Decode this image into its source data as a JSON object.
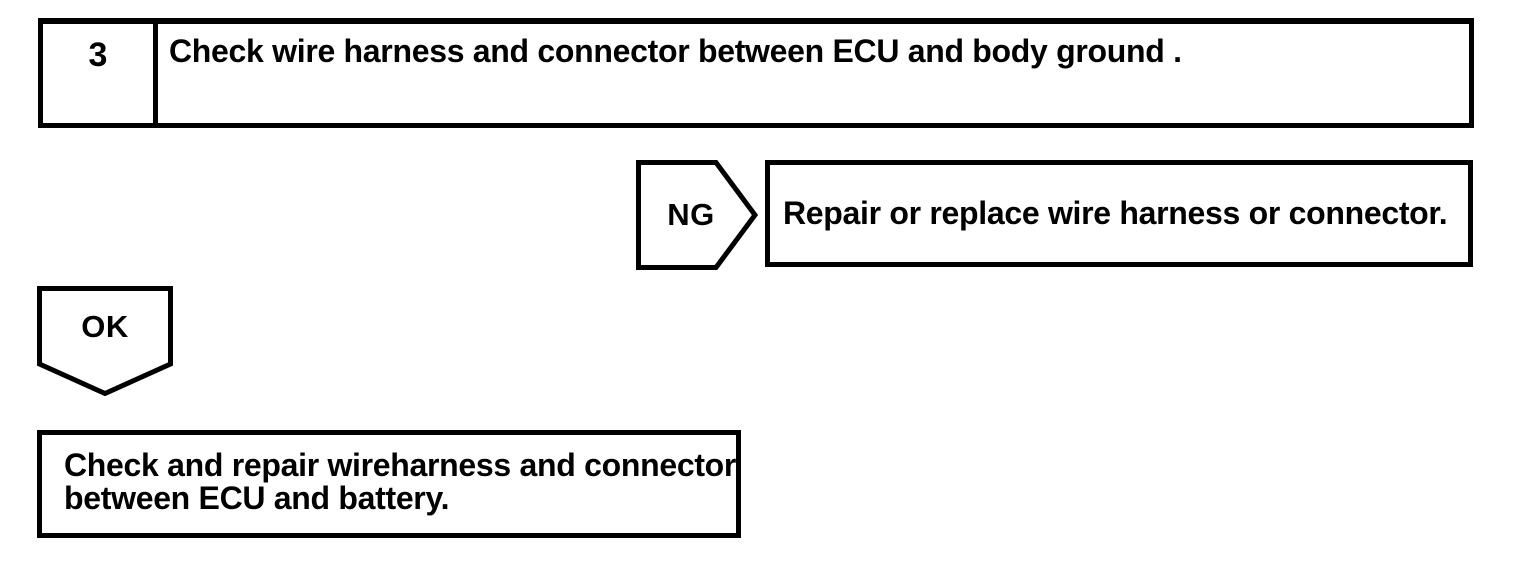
{
  "colors": {
    "ink": "#000000",
    "paper": "#ffffff"
  },
  "flowchart": {
    "step": {
      "number": "3",
      "instruction": "Check wire harness and connector between ECU and body ground ."
    },
    "ng_branch": {
      "label": "NG",
      "action": "Repair or replace wire harness or connector."
    },
    "ok_branch": {
      "label": "OK",
      "action_lines": [
        "Check and repair wireharness and connector",
        "between ECU and battery."
      ]
    }
  }
}
